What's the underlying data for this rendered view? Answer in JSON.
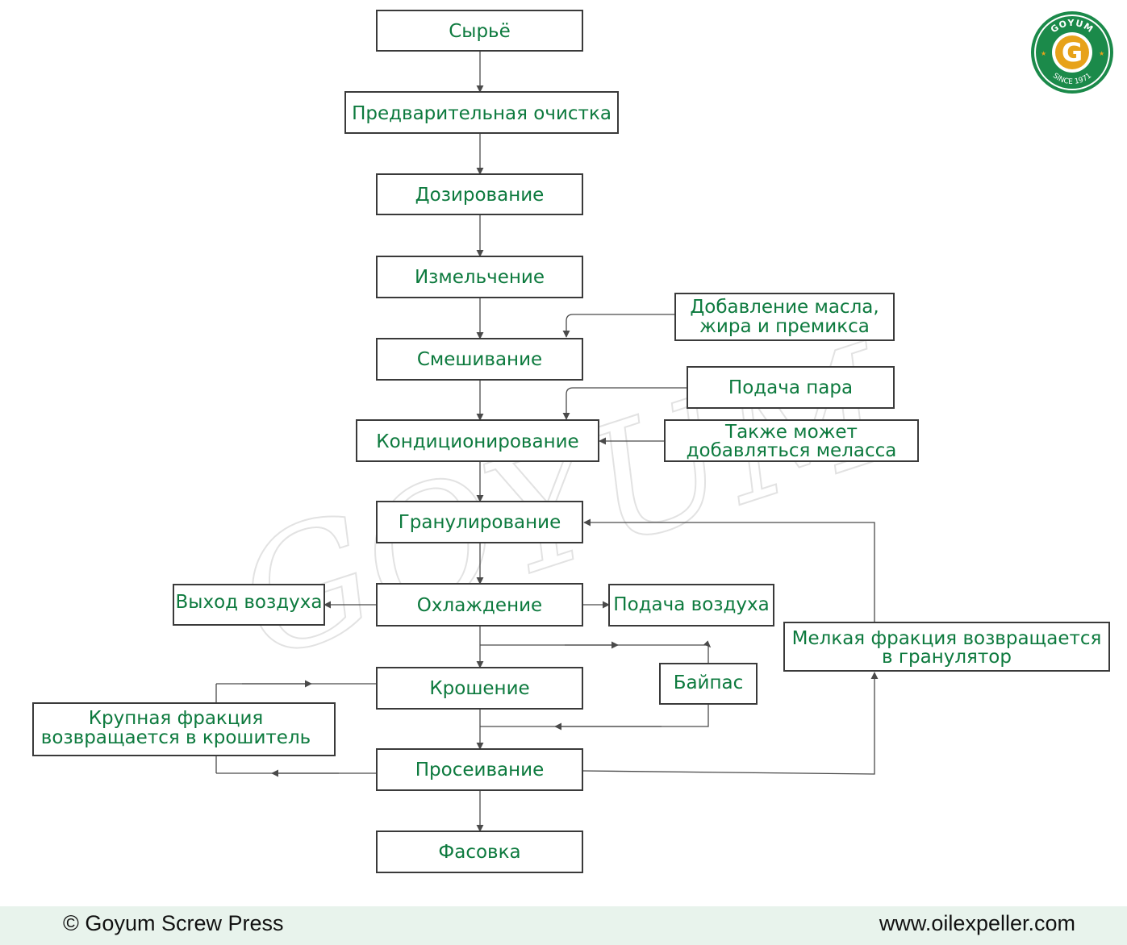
{
  "colors": {
    "text": "#0d7a3e",
    "box_border": "#3a3a3a",
    "connector": "#4a4a4a",
    "footer_bg": "#e8f3ec",
    "logo_green": "#1b8a4a",
    "logo_gold": "#e7a21a"
  },
  "steps": {
    "raw": "Сырьё",
    "preclean": "Предварительная очистка",
    "dosing": "Дозирование",
    "grinding": "Измельчение",
    "mixing": "Смешивание",
    "conditioning": "Кондиционирование",
    "pelleting": "Гранулирование",
    "cooling": "Охлаждение",
    "crumbling": "Крошение",
    "screening": "Просеивание",
    "packing": "Фасовка"
  },
  "side": {
    "oil_line1": "Добавление масла,",
    "oil_line2": "жира и премикса",
    "steam": "Подача пара",
    "molasses_line1": "Также может",
    "molasses_line2": "добавляться меласса",
    "air_out": "Выход воздуха",
    "air_in": "Подача воздуха",
    "bypass": "Байпас",
    "fines_line1": "Мелкая фракция возвращается",
    "fines_line2": "в гранулятор",
    "coarse_line1": "Крупная фракция",
    "coarse_line2": "возвращается в крошитель"
  },
  "watermark": "GOYUM",
  "logo": {
    "brand": "GOYUM",
    "since": "SINCE 1971",
    "letter": "G",
    "icon": "goyum-logo-icon"
  },
  "footer": {
    "copyright_symbol": "©",
    "copyright": "Goyum Screw Press",
    "website": "www.oilexpeller.com"
  }
}
